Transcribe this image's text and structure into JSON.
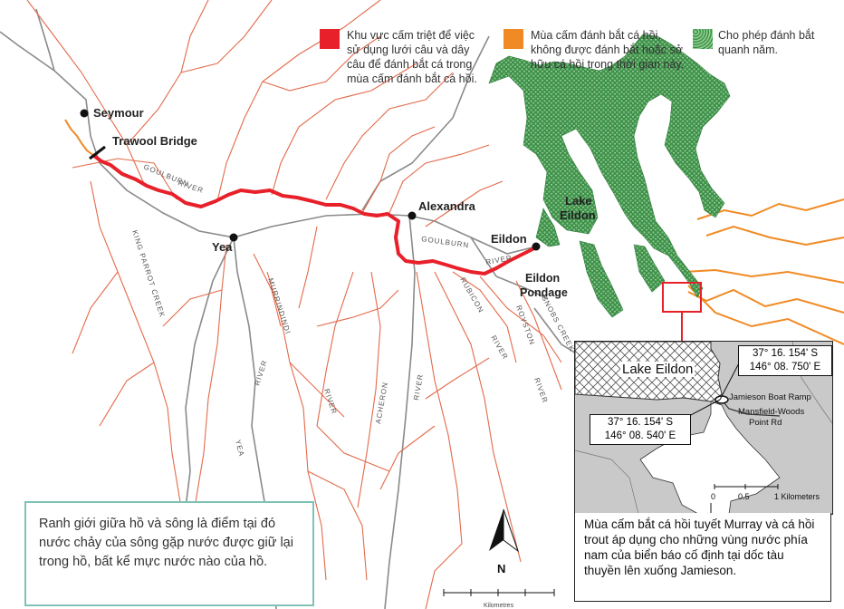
{
  "legend": {
    "red_text": "Khu vực cấm triệt để việc sử dụng lưới câu và dây câu để đánh bắt cá trong mùa cấm đánh bắt cá hồi.",
    "orange_text": "Mùa cấm đánh bắt cá hồi, không được đánh bắt hoặc sở hữu cá hồi trong thời gian này.",
    "green_text": "Cho phép đánh bắt quanh năm.",
    "red_color": "#e8202a",
    "orange_color": "#f08a24",
    "green_color": "#4fa35a"
  },
  "places": {
    "seymour": "Seymour",
    "trawool": "Trawool Bridge",
    "alexandra": "Alexandra",
    "yea": "Yea",
    "eildon": "Eildon",
    "lake_eildon_l1": "Lake",
    "lake_eildon_l2": "Eildon",
    "pondage_l1": "Eildon",
    "pondage_l2": "Pondage"
  },
  "rivers": {
    "goulburn_1": "GOULBURN",
    "river_1": "RIVER",
    "goulburn_2": "GOULBURN",
    "river_2": "RIVER",
    "king_parrot": "KING PARROT CREEK",
    "murrindindi": "MURRINDINDI",
    "murrindindi_river": "RIVER",
    "yea_river_1": "RIVER",
    "yea_river_2": "YEA",
    "acheron": "ACHERON",
    "acheron_river": "RIVER",
    "rubicon": "RUBICON",
    "rubicon_river": "RIVER",
    "royston": "ROYSTON",
    "royston_river": "RIVER",
    "snobs": "SNOBS CREEK"
  },
  "inset": {
    "lake": "Lake Eildon",
    "coord1_l1": "37° 16. 154' S",
    "coord1_l2": "146° 08. 750' E",
    "coord2_l1": "37° 16. 154' S",
    "coord2_l2": "146° 08. 540' E",
    "boat_ramp": "Jamieson Boat Ramp",
    "road_l1": "Mansfield-Woods",
    "road_l2": "Point Rd",
    "scale_0": "0",
    "scale_05": "0.5",
    "scale_1": "1 Kilometers",
    "note": "Mùa cấm bắt cá hồi tuyết Murray và cá hồi trout áp dụng cho những vùng nước phía nam của biển báo cố định tại dốc tàu thuyền lên xuống Jamieson."
  },
  "note": "Ranh giới giữa hồ và sông là điểm tại đó nước chảy của sông gặp nước được giữ lại trong hồ, bất kể mực nước nào của hồ.",
  "compass": {
    "north": "N"
  },
  "scalebar": {
    "unit": "Kilometres"
  }
}
